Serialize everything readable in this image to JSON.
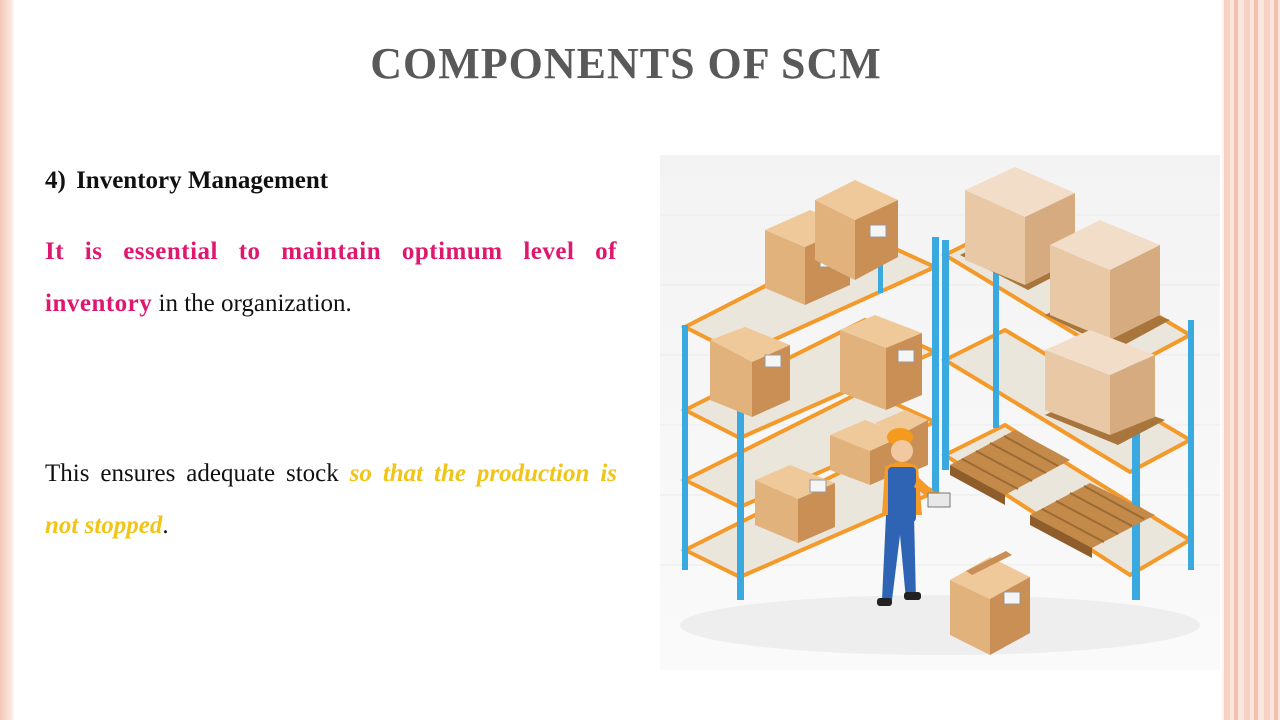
{
  "slide": {
    "title": "COMPONENTS OF SCM",
    "section_number": "4)",
    "section_title": "Inventory Management",
    "para1_highlight": "It is essential to maintain optimum level of inventory",
    "para1_rest": " in the organization.",
    "para2_lead": "This ensures adequate stock ",
    "para2_highlight": "so that the production is not stopped",
    "para2_end": "."
  },
  "colors": {
    "title": "#595959",
    "highlight_pink": "#e0176f",
    "highlight_gold": "#f0c419",
    "shelf_frame": "#3aa9e0",
    "shelf_beam": "#f39a2b",
    "box": "#e2b27c"
  },
  "illustration": {
    "subject": "warehouse-shelves-with-worker"
  }
}
